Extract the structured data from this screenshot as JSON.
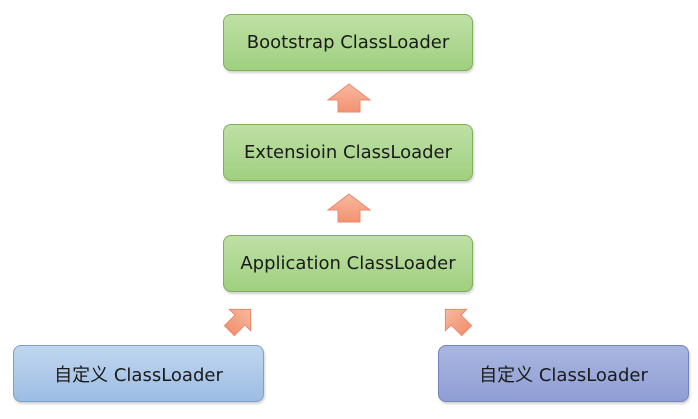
{
  "nodes": {
    "bootstrap": "Bootstrap ClassLoader",
    "extension": "Extensioin ClassLoader",
    "application": "Application ClassLoader",
    "custom_left": "自定义 ClassLoader",
    "custom_right": "自定义 ClassLoader"
  },
  "colors": {
    "system_loader": "#a8d48a",
    "custom_left": "#a9c7eb",
    "custom_right": "#9aa8dc",
    "arrow": "#f4a58a"
  }
}
